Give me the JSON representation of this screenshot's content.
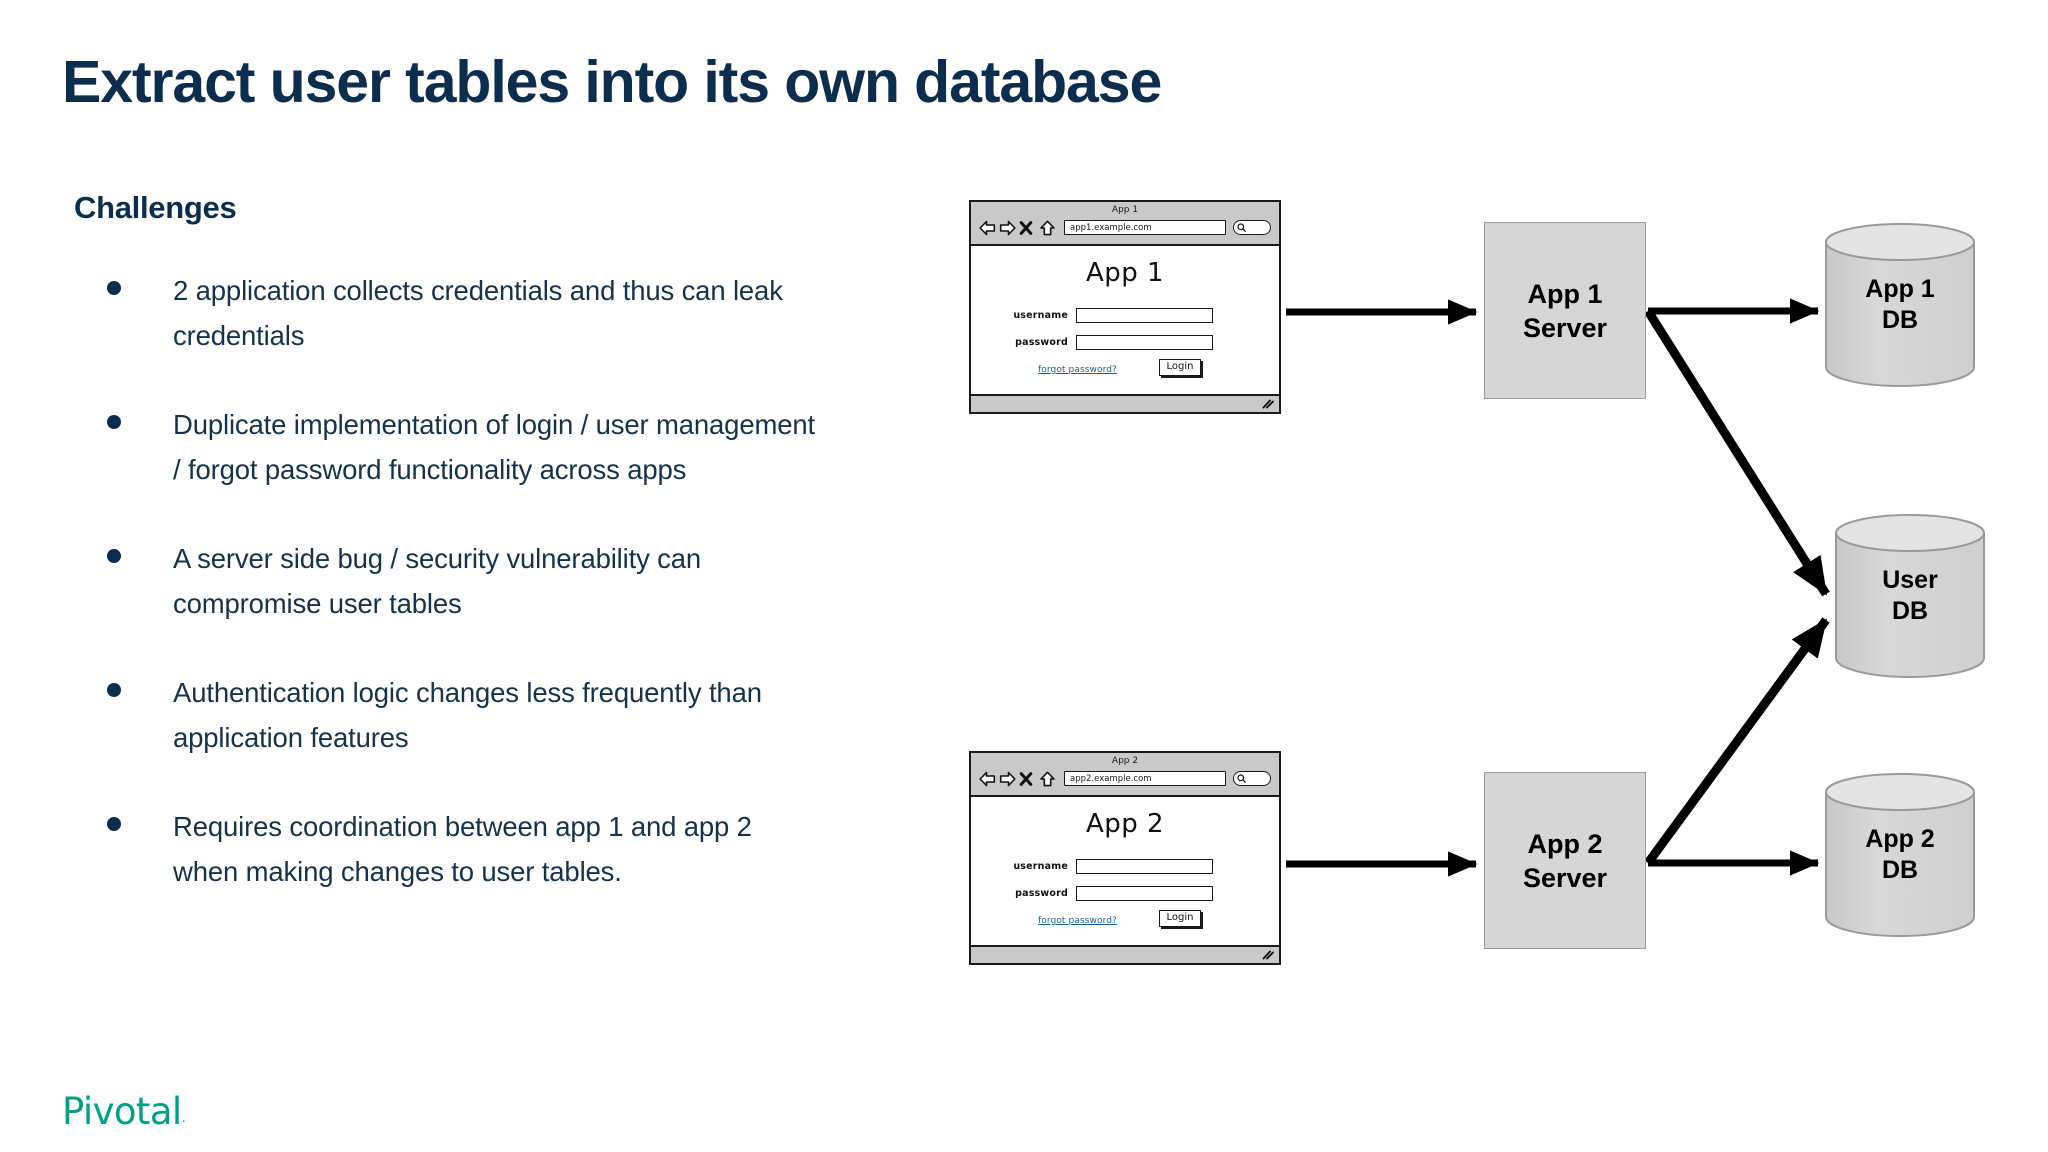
{
  "slide": {
    "title": "Extract user tables into its own database",
    "section_heading": "Challenges",
    "brand": "Pivotal",
    "brand_mark": "."
  },
  "colors": {
    "title": "#0d2d4e",
    "body_text": "#16324c",
    "brand": "#00a088",
    "box_fill": "#d6d6d6",
    "chrome": "#c9c9c9",
    "arrow": "#000000",
    "link": "#1c5e8e"
  },
  "bullets": [
    "2 application collects credentials and thus can leak credentials",
    "Duplicate implementation of login / user management / forgot password functionality across apps",
    "A server side bug / security vulnerability can compromise user tables",
    "Authentication logic changes less frequently than application features",
    "Requires coordination between app 1 and app 2 when making changes to user tables."
  ],
  "browsers": [
    {
      "window_title": "App 1",
      "url": "app1.example.com",
      "page_heading": "App 1",
      "username_label": "username",
      "password_label": "password",
      "username_value": "",
      "password_value": "",
      "forgot_link": "forgot password?",
      "login_button": "Login",
      "icons": [
        "back-arrow-icon",
        "forward-arrow-icon",
        "close-icon",
        "home-icon",
        "search-icon",
        "resize-grip-icon"
      ]
    },
    {
      "window_title": "App 2",
      "url": "app2.example.com",
      "page_heading": "App 2",
      "username_label": "username",
      "password_label": "password",
      "username_value": "",
      "password_value": "",
      "forgot_link": "forgot password?",
      "login_button": "Login",
      "icons": [
        "back-arrow-icon",
        "forward-arrow-icon",
        "close-icon",
        "home-icon",
        "search-icon",
        "resize-grip-icon"
      ]
    }
  ],
  "servers": [
    {
      "line1": "App 1",
      "line2": "Server"
    },
    {
      "line1": "App 2",
      "line2": "Server"
    }
  ],
  "databases": [
    {
      "line1": "App 1",
      "line2": "DB"
    },
    {
      "line1": "User",
      "line2": "DB"
    },
    {
      "line1": "App 2",
      "line2": "DB"
    }
  ],
  "connections": [
    {
      "from": "browser-app1",
      "to": "server-app1"
    },
    {
      "from": "server-app1",
      "to": "db-app1"
    },
    {
      "from": "server-app1",
      "to": "db-user"
    },
    {
      "from": "browser-app2",
      "to": "server-app2"
    },
    {
      "from": "server-app2",
      "to": "db-app2"
    },
    {
      "from": "server-app2",
      "to": "db-user"
    }
  ]
}
